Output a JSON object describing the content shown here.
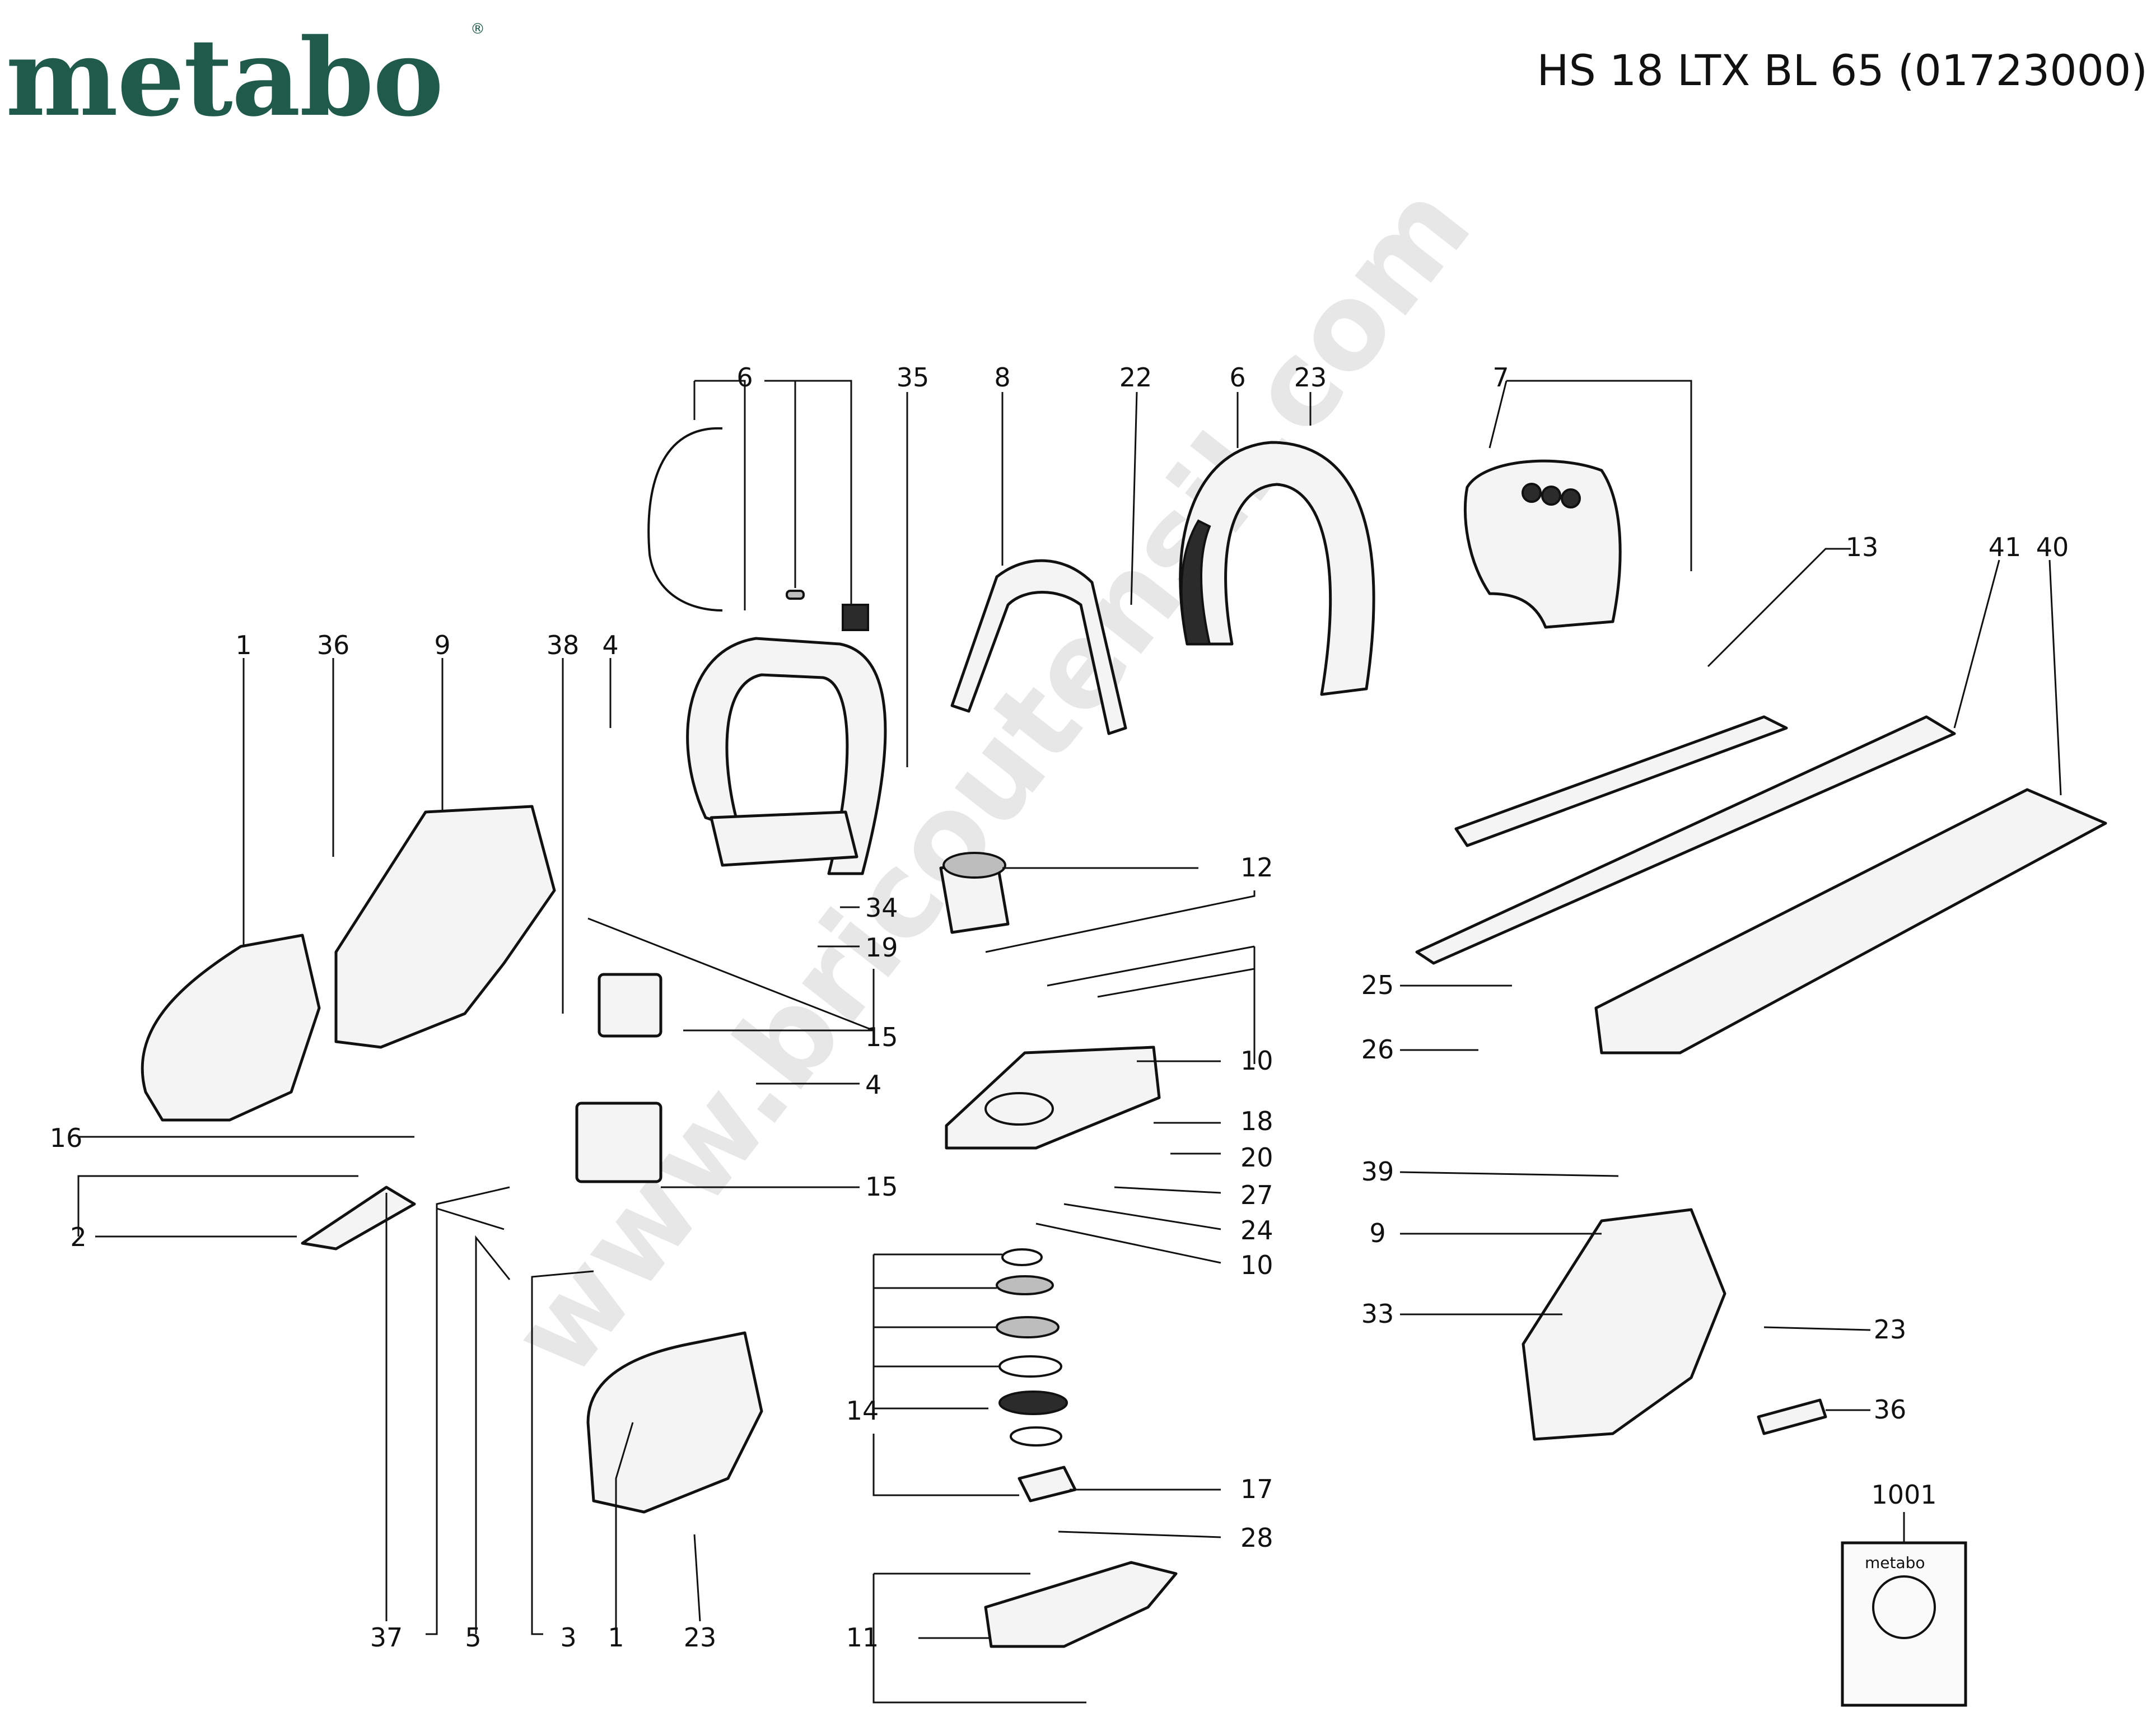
{
  "header": {
    "logo_text": "metabo",
    "registered_mark": "®",
    "model_title": "HS 18 LTX BL 65 (01723000)"
  },
  "watermark": "www.bricoutensil.com",
  "callouts": {
    "top_6a": "6",
    "top_35": "35",
    "top_8": "8",
    "top_22": "22",
    "top_6b": "6",
    "top_23": "23",
    "top_7": "7",
    "c1": "1",
    "c36": "36",
    "c9": "9",
    "c38": "38",
    "c4": "4",
    "c13": "13",
    "c41": "41",
    "c40": "40",
    "r12": "12",
    "r34": "34",
    "r19": "19",
    "r15a": "15",
    "r10a": "10",
    "r4": "4",
    "r18": "18",
    "r20": "20",
    "r15b": "15",
    "r27": "27",
    "r24": "24",
    "r10b": "10",
    "l16": "16",
    "l2": "2",
    "r14": "14",
    "r17": "17",
    "r28": "28",
    "r11": "11",
    "c25": "25",
    "c26": "26",
    "c39": "39",
    "c9b": "9",
    "c33": "33",
    "c23b": "23",
    "c36b": "36",
    "c1001": "1001",
    "b37": "37",
    "b5": "5",
    "b3": "3",
    "b1": "1",
    "b23": "23"
  },
  "inset": {
    "panel_brand": "metabo"
  },
  "colors": {
    "brand_green": "#1f5a4a",
    "line": "#111111",
    "watermark": "#d4d4d4"
  }
}
